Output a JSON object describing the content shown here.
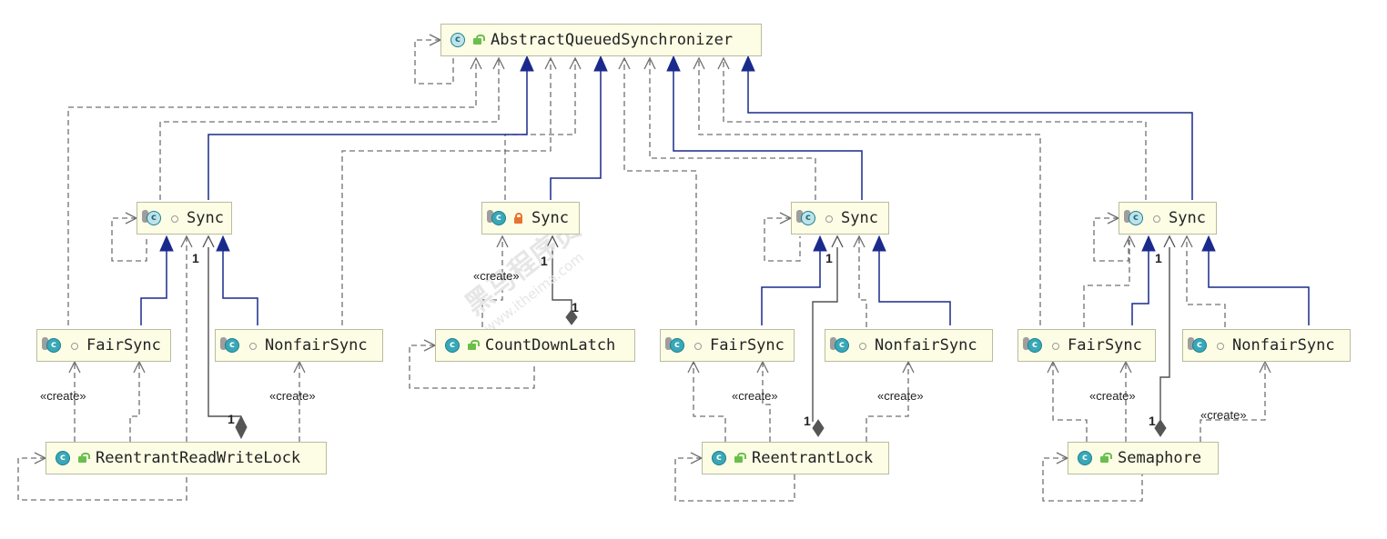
{
  "watermark": {
    "title": "黑马程序员",
    "url": "www.itheima.com"
  },
  "colors": {
    "node_fill": "#fdfde6",
    "node_border": "#b9bc9c",
    "inheritance": "#1a2a8c",
    "dependency": "#707070"
  },
  "nodes": {
    "aqs": {
      "name": "AbstractQueuedSynchronizer",
      "icon": "abstract-class-icon",
      "visibility": "public"
    },
    "rrwl_sync": {
      "name": "Sync",
      "icon": "abstract-class-icon",
      "visibility": "package"
    },
    "cdl_sync": {
      "name": "Sync",
      "icon": "class-icon",
      "visibility": "private"
    },
    "rl_sync": {
      "name": "Sync",
      "icon": "abstract-class-icon",
      "visibility": "package"
    },
    "sem_sync": {
      "name": "Sync",
      "icon": "abstract-class-icon",
      "visibility": "package"
    },
    "rrwl_fair": {
      "name": "FairSync",
      "icon": "class-icon",
      "visibility": "package"
    },
    "rrwl_nonfair": {
      "name": "NonfairSync",
      "icon": "class-icon",
      "visibility": "package"
    },
    "cdl": {
      "name": "CountDownLatch",
      "icon": "class-icon",
      "visibility": "public"
    },
    "rl_fair": {
      "name": "FairSync",
      "icon": "class-icon",
      "visibility": "package"
    },
    "rl_nonfair": {
      "name": "NonfairSync",
      "icon": "class-icon",
      "visibility": "package"
    },
    "sem_fair": {
      "name": "FairSync",
      "icon": "class-icon",
      "visibility": "package"
    },
    "sem_nonfair": {
      "name": "NonfairSync",
      "icon": "class-icon",
      "visibility": "package"
    },
    "rrwl": {
      "name": "ReentrantReadWriteLock",
      "icon": "class-icon",
      "visibility": "public"
    },
    "rl": {
      "name": "ReentrantLock",
      "icon": "class-icon",
      "visibility": "public"
    },
    "sem": {
      "name": "Semaphore",
      "icon": "class-icon",
      "visibility": "public"
    }
  },
  "labels": {
    "create": "«create»",
    "one": "1"
  }
}
